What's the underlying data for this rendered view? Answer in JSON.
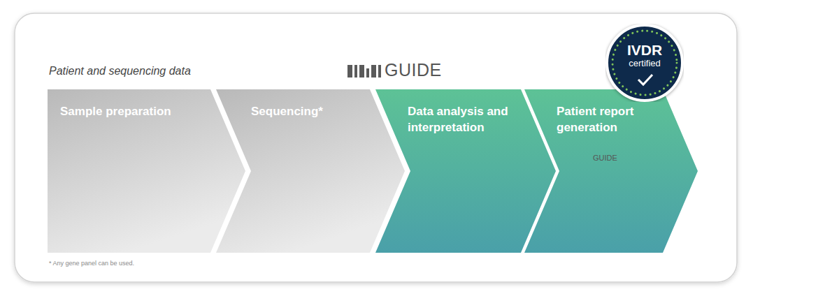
{
  "diagram": {
    "title": "GUIDE",
    "nodes": [
      {
        "text": [
          "Sample preparation"
        ]
      },
      {
        "text": [
          "Sequencing*"
        ]
      },
      {
        "text": [
          "Data analysis and interpretation"
        ]
      },
      {
        "text": [
          "Patient report generation"
        ]
      },
      {
        "text": [
          "IVDR",
          "certified"
        ]
      }
    ],
    "labels": [
      "Patient and sequencing data",
      "GUIDE",
      "* Any gene panel can be used."
    ]
  }
}
